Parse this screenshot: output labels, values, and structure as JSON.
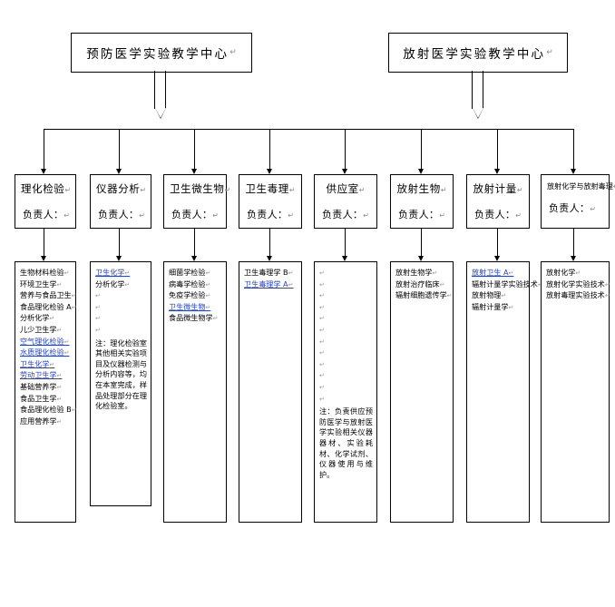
{
  "chart_data": {
    "type": "diagram",
    "title": "预防医学实验教学中心 / 放射医学实验教学中心 组织结构图",
    "layout": "tree, 2 roots -> shared bus -> 8 units -> 8 detail lists"
  },
  "top": {
    "left": {
      "title": "预防医学实验教学中心",
      "cr": "↵"
    },
    "right": {
      "title": "放射医学实验教学中心",
      "cr": "↵"
    }
  },
  "head_label": "负责人：",
  "cr": "↵",
  "units": [
    {
      "name": "理化检验",
      "head": "负责人："
    },
    {
      "name": "仪器分析",
      "head": "负责人："
    },
    {
      "name": "卫生微生物",
      "head": "负责人："
    },
    {
      "name": "卫生毒理",
      "head": "负责人："
    },
    {
      "name": "供应室",
      "head": "负责人："
    },
    {
      "name": "放射生物",
      "head": "负责人："
    },
    {
      "name": "放射计量",
      "head": "负责人："
    },
    {
      "name": "放射化学与放射毒理",
      "head": "负责人："
    }
  ],
  "details": [
    {
      "lines": [
        {
          "text": "生物材料检验",
          "color": "black"
        },
        {
          "text": "环境卫生学",
          "color": "black"
        },
        {
          "text": "营养与食品卫生",
          "color": "black"
        },
        {
          "text": "食品理化检验 A",
          "color": "black"
        },
        {
          "text": "分析化学",
          "color": "black"
        },
        {
          "text": "儿少卫生学",
          "color": "black"
        },
        {
          "text": "空气理化检验",
          "color": "blue"
        },
        {
          "text": "水质理化检验",
          "color": "blue"
        },
        {
          "text": "卫生化学",
          "color": "blue"
        },
        {
          "text": "劳动卫生学",
          "color": "blue"
        },
        {
          "text": "基础营养学",
          "color": "black"
        },
        {
          "text": "食品卫生学",
          "color": "black"
        },
        {
          "text": "食品理化检验 B",
          "color": "black"
        },
        {
          "text": "应用营养学",
          "color": "black"
        }
      ],
      "note": ""
    },
    {
      "lines": [
        {
          "text": "卫生化学",
          "color": "blue"
        },
        {
          "text": "分析化学",
          "color": "black"
        },
        {
          "text": "",
          "color": "empty"
        },
        {
          "text": "",
          "color": "empty"
        },
        {
          "text": "",
          "color": "empty"
        },
        {
          "text": "",
          "color": "empty"
        }
      ],
      "note": "注：理化检验室其他相关实验项目及仪器检测与分析内容等，均在本室完成，样品处理部分在理化检验室。"
    },
    {
      "lines": [
        {
          "text": "细菌学检验",
          "color": "black"
        },
        {
          "text": "病毒学检验",
          "color": "black"
        },
        {
          "text": "免疫学检验",
          "color": "black"
        },
        {
          "text": "卫生微生物",
          "color": "blue"
        },
        {
          "text": "食品微生物学",
          "color": "black"
        }
      ],
      "note": ""
    },
    {
      "lines": [
        {
          "text": "卫生毒理学 B",
          "color": "black"
        },
        {
          "text": "卫生毒理学 A",
          "color": "blue"
        }
      ],
      "note": ""
    },
    {
      "lines": [
        {
          "text": "",
          "color": "empty"
        },
        {
          "text": "",
          "color": "empty"
        },
        {
          "text": "",
          "color": "empty"
        },
        {
          "text": "",
          "color": "empty"
        },
        {
          "text": "",
          "color": "empty"
        },
        {
          "text": "",
          "color": "empty"
        },
        {
          "text": "",
          "color": "empty"
        },
        {
          "text": "",
          "color": "empty"
        },
        {
          "text": "",
          "color": "empty"
        },
        {
          "text": "",
          "color": "empty"
        },
        {
          "text": "",
          "color": "empty"
        },
        {
          "text": "",
          "color": "empty"
        }
      ],
      "note": "注：负责供应预防医学与放射医学实验相关仪器器材、实验耗材、化学试剂、仪器使用与维护。"
    },
    {
      "lines": [
        {
          "text": "放射生物学",
          "color": "black"
        },
        {
          "text": "放射治疗临床",
          "color": "black"
        },
        {
          "text": "辐射细胞遗传学",
          "color": "black"
        }
      ],
      "note": ""
    },
    {
      "lines": [
        {
          "text": "放射卫生 A",
          "color": "blue"
        },
        {
          "text": "辐射计量学实验技术",
          "color": "black"
        },
        {
          "text": "放射物理",
          "color": "black"
        },
        {
          "text": "辐射计量学",
          "color": "black"
        }
      ],
      "note": ""
    },
    {
      "lines": [
        {
          "text": "放射化学",
          "color": "black"
        },
        {
          "text": "放射化学实验技术",
          "color": "black"
        },
        {
          "text": "放射毒理实验技术",
          "color": "black"
        }
      ],
      "note": ""
    }
  ],
  "colors": {
    "line": "#000000",
    "accent_blue": "#2342d4",
    "background": "#ffffff"
  }
}
